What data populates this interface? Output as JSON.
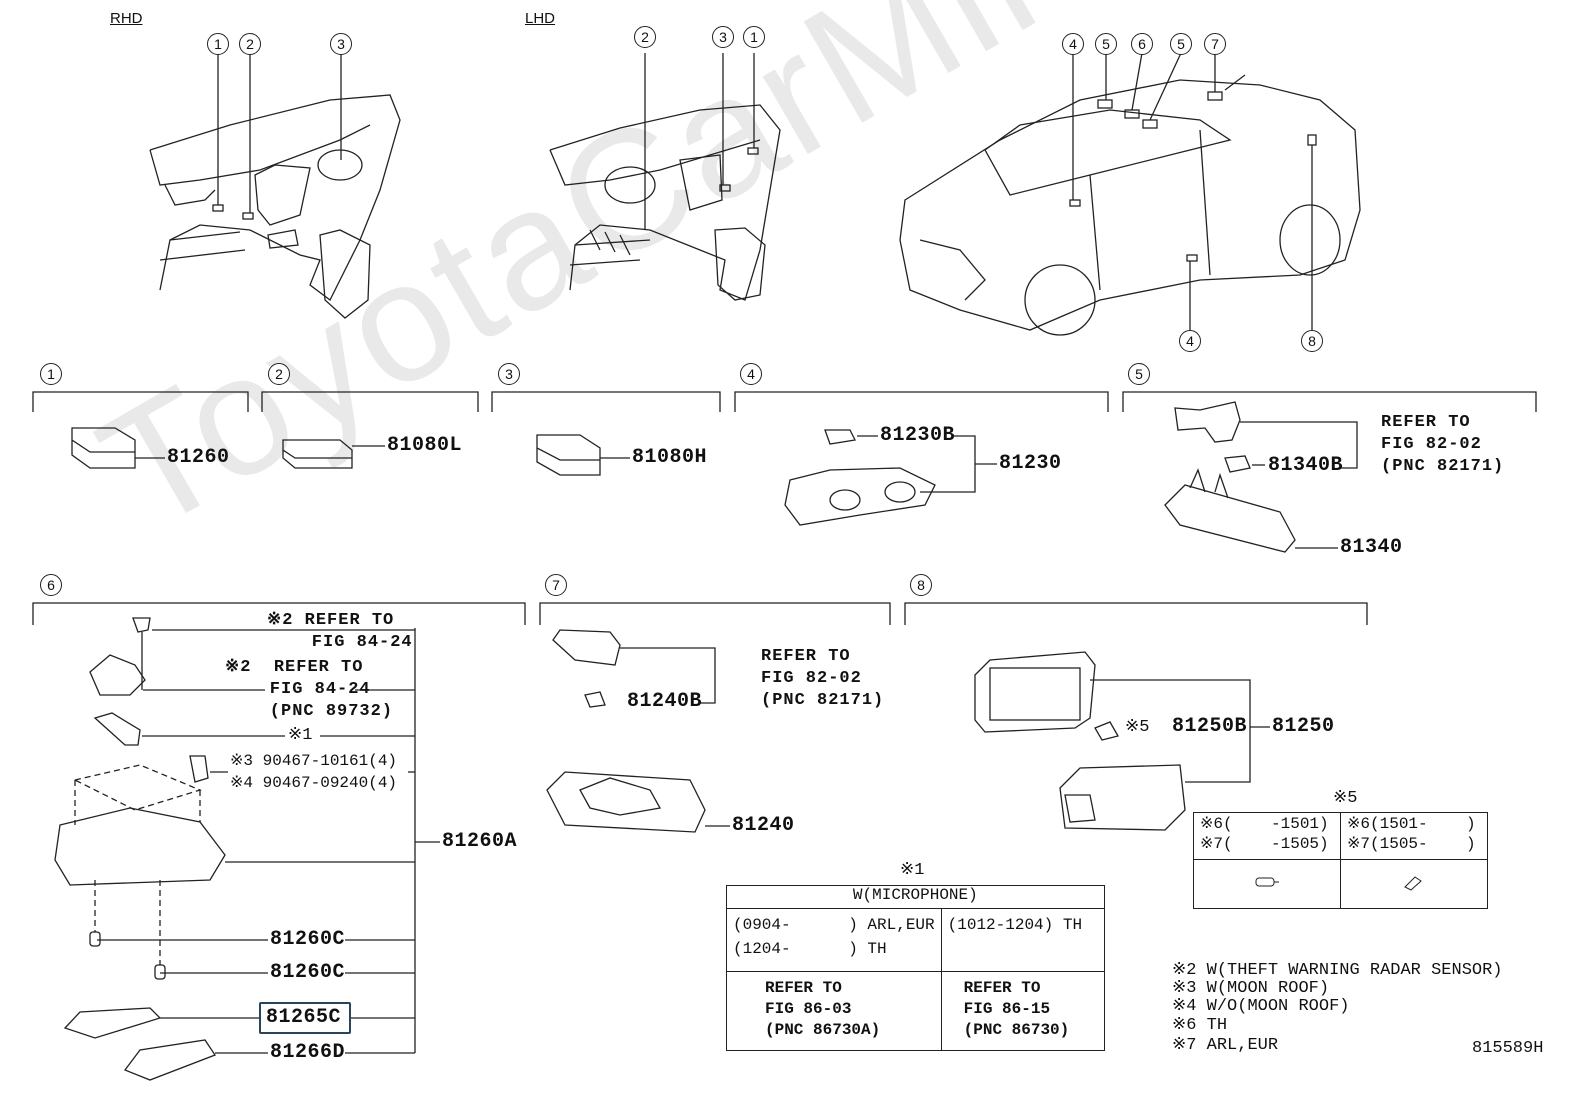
{
  "views": {
    "rhd_title": "RHD",
    "lhd_title": "LHD",
    "rhd_callouts": [
      "1",
      "2",
      "3"
    ],
    "lhd_callouts": [
      "2",
      "3",
      "1"
    ],
    "car_callouts_top": [
      "4",
      "5",
      "6",
      "5",
      "7"
    ],
    "car_callouts_bottom": [
      "4",
      "8"
    ]
  },
  "groups": {
    "g1": {
      "num": "1",
      "part": "81260"
    },
    "g2": {
      "num": "2",
      "part": "81080L"
    },
    "g3": {
      "num": "3",
      "part": "81080H"
    },
    "g4": {
      "num": "4",
      "sub": "81230B",
      "part": "81230"
    },
    "g5": {
      "num": "5",
      "refer": "REFER TO\nFIG 82-02\n(PNC 82171)",
      "sub": "81340B",
      "part": "81340"
    },
    "g6": {
      "num": "6",
      "ref1": "※2 REFER TO\n    FIG 84-24",
      "ref2": "※2  REFER TO\n    FIG 84-24\n    (PNC 89732)",
      "note1": "※1",
      "screws": "※3 90467-10161(4)\n※4 90467-09240(4)",
      "part": "81260A",
      "p_c1": "81260C",
      "p_c2": "81260C",
      "p_hl": "81265C",
      "p_d": "81266D"
    },
    "g7": {
      "num": "7",
      "refer": "REFER TO\nFIG 82-02\n(PNC 82171)",
      "sub": "81240B",
      "part": "81240"
    },
    "g8": {
      "num": "8",
      "sub_note": "※5",
      "sub": "81250B",
      "part": "81250"
    }
  },
  "table1": {
    "caption": "※1",
    "header": "W(MICROPHONE)",
    "left_ranges": "(0904-      ) ARL,EUR\n(1204-      ) TH",
    "right_range": "(1012-1204) TH",
    "left_ref": "REFER TO\nFIG 86-03\n(PNC 86730A)",
    "right_ref": "REFER TO\nFIG 86-15\n(PNC 86730)"
  },
  "table5": {
    "caption": "※5",
    "left": "※6(    -1501)\n※7(    -1505)",
    "right": "※6(1501-    )\n※7(1505-    )"
  },
  "notes": [
    "※2 W(THEFT WARNING RADAR SENSOR)",
    "※3 W(MOON ROOF)",
    "※4 W/O(MOON ROOF)",
    "※6 TH",
    "※7 ARL,EUR"
  ],
  "figure_id": "815589H",
  "watermark": "ToyotaCarMirror.ru"
}
